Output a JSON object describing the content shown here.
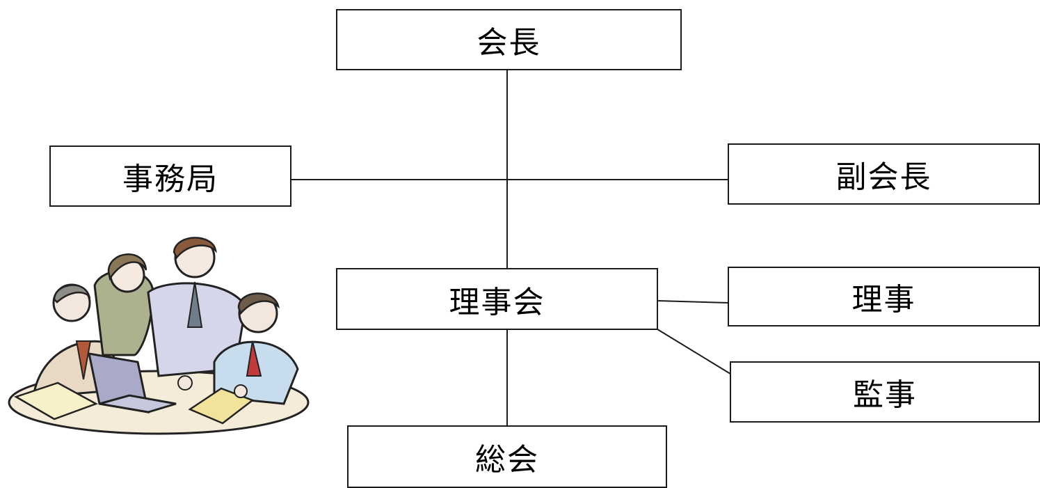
{
  "org_chart": {
    "president": "会長",
    "secretariat": "事務局",
    "vice_president": "副会長",
    "board": "理事会",
    "director": "理事",
    "auditor": "監事",
    "general_assembly": "総会"
  },
  "colors": {
    "line": "#1a1a1a",
    "box_border": "#1a1a1a",
    "box_fill": "#ffffff"
  },
  "clipart": {
    "icon": "business-meeting-clipart"
  }
}
